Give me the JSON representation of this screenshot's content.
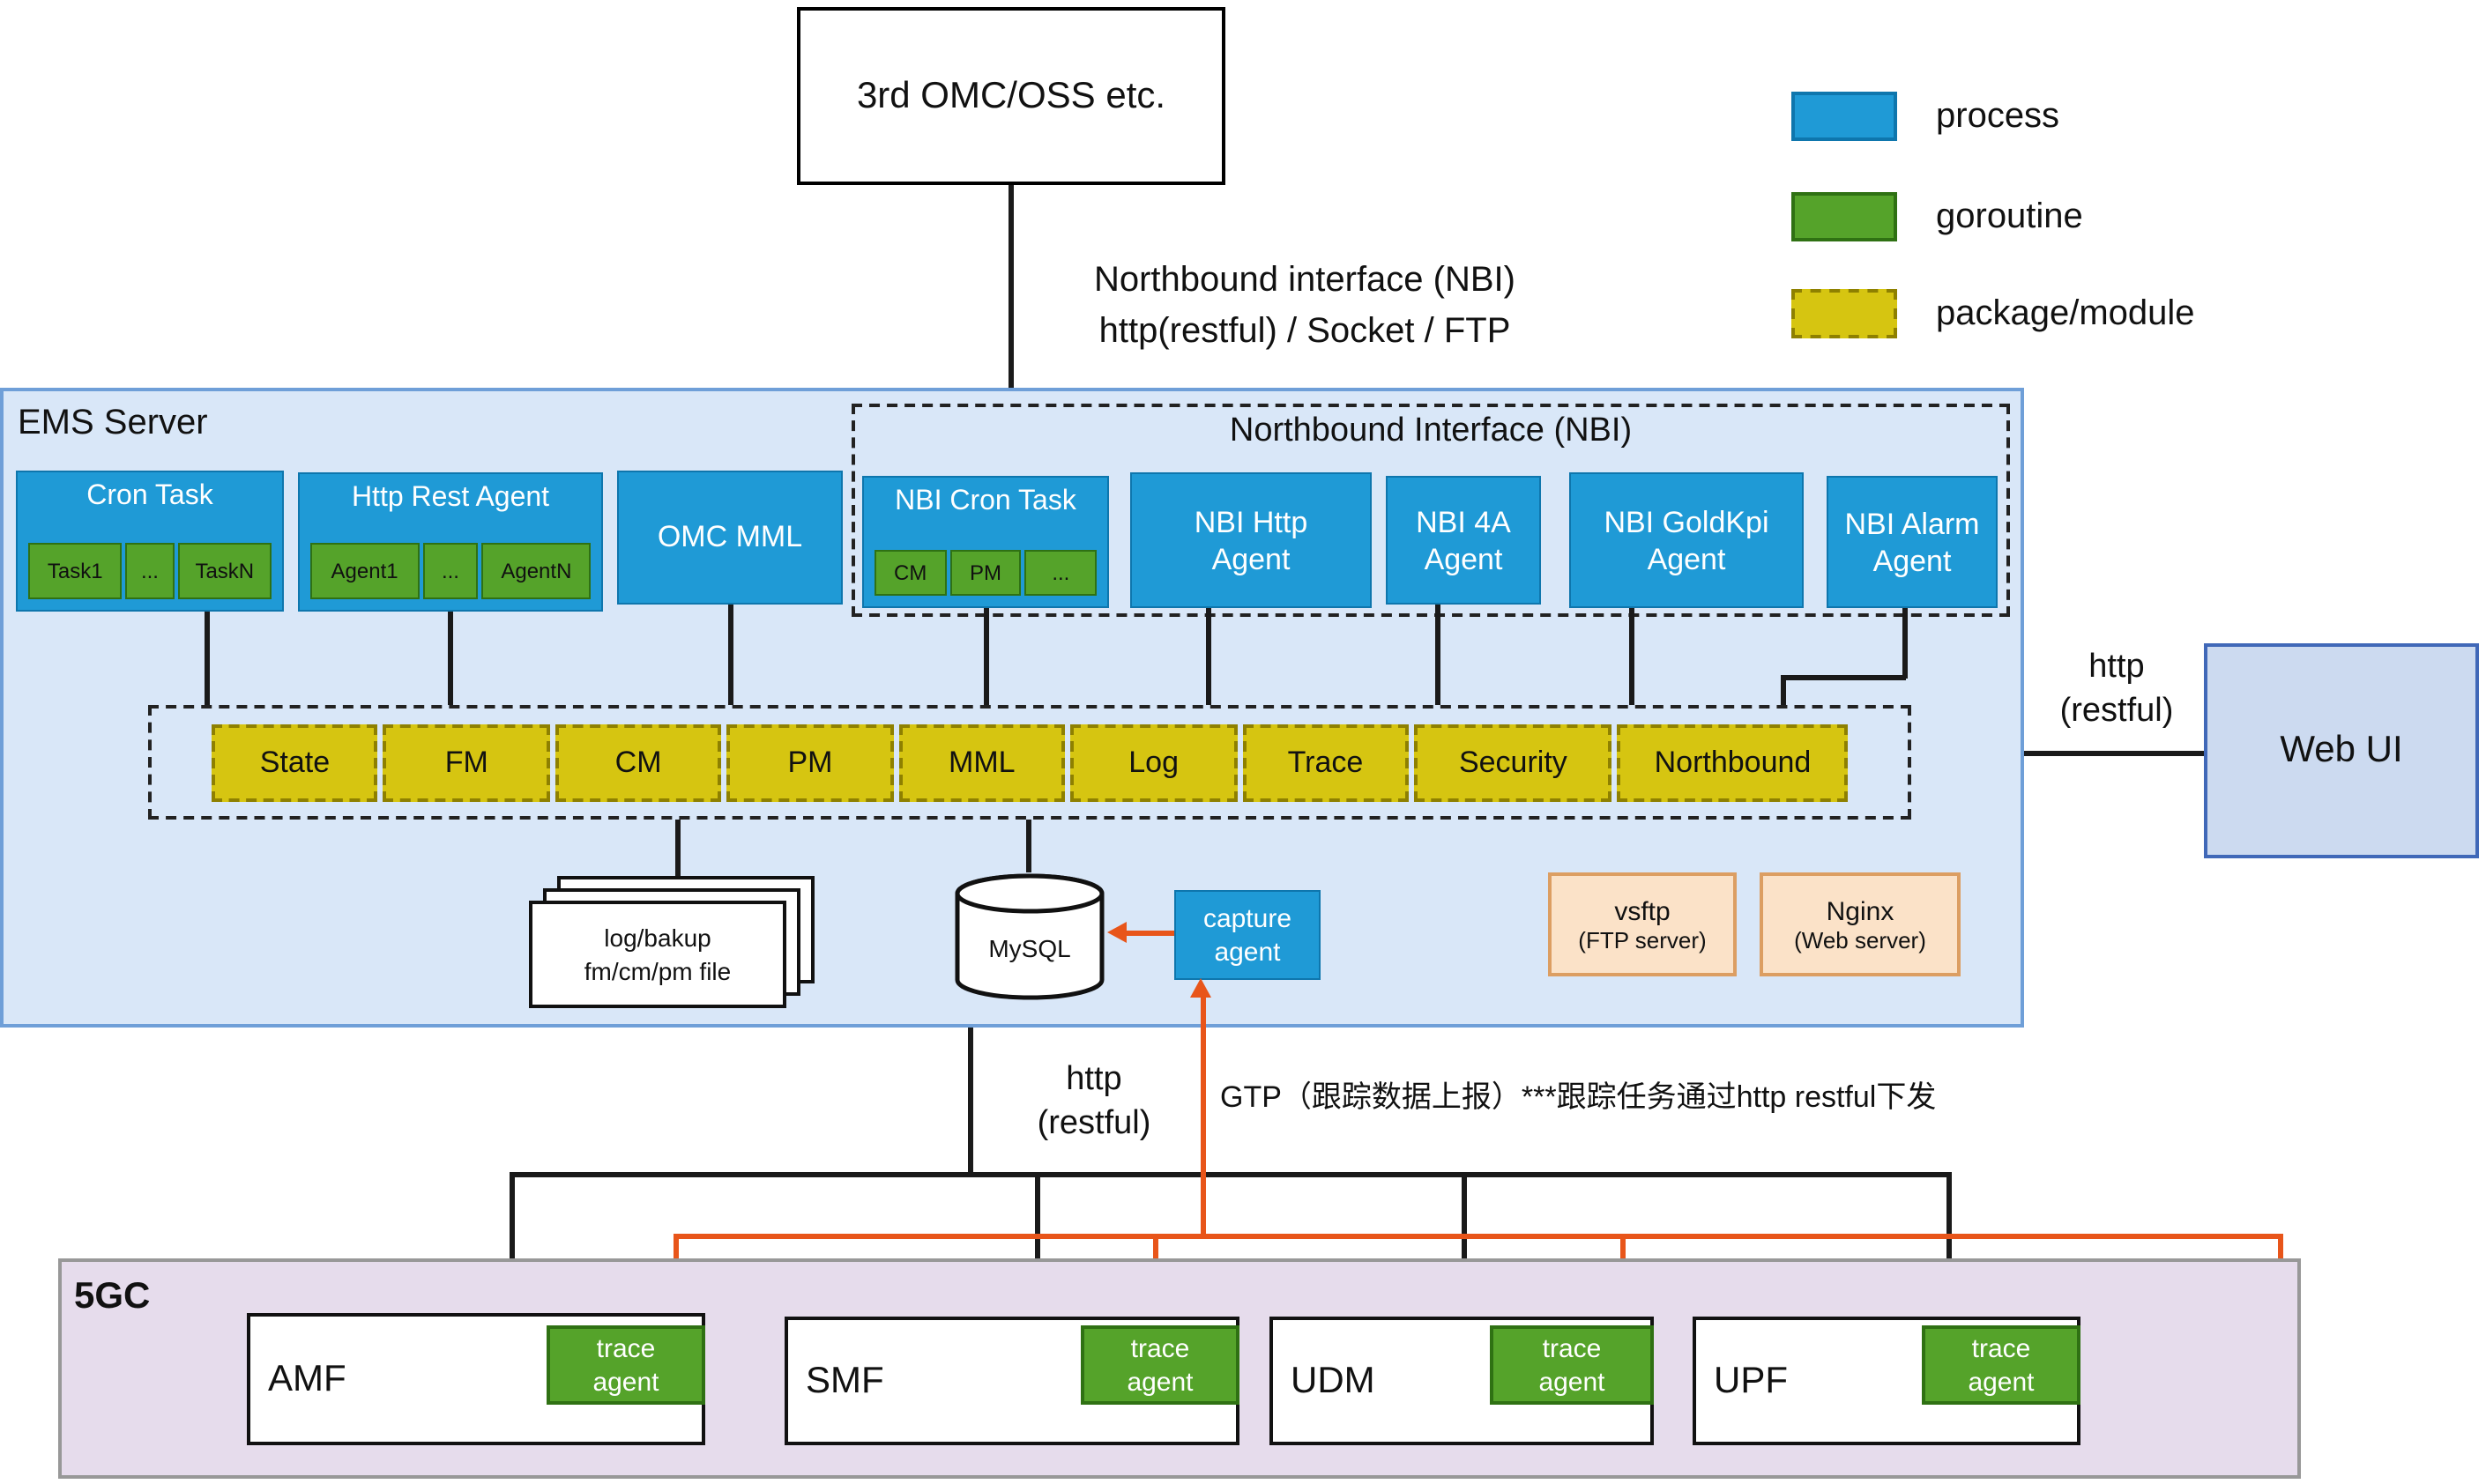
{
  "colors": {
    "process": "#1f9ad6",
    "goroutine": "#55a32a",
    "package": "#d6c511",
    "orange": "#e8551a",
    "ems_bg": "#d9e7f8",
    "webui_bg": "#ccdaf0",
    "peach": "#fbe2c8",
    "core_bg": "#e6dcec"
  },
  "top_box": {
    "label": "3rd OMC/OSS etc."
  },
  "legend": {
    "items": [
      {
        "label": "process"
      },
      {
        "label": "goroutine"
      },
      {
        "label": "package/module"
      }
    ]
  },
  "nbi_link_label": {
    "line1": "Northbound interface (NBI)",
    "line2": "http(restful) / Socket / FTP"
  },
  "ems": {
    "title": "EMS Server",
    "cron_task": {
      "title": "Cron Task",
      "cells": [
        "Task1",
        "...",
        "TaskN"
      ]
    },
    "http_rest_agent": {
      "title": "Http Rest Agent",
      "cells": [
        "Agent1",
        "...",
        "AgentN"
      ]
    },
    "omc_mml": {
      "title": "OMC MML"
    },
    "nbi": {
      "title": "Northbound Interface (NBI)",
      "cron_task": {
        "title": "NBI Cron Task",
        "cells": [
          "CM",
          "PM",
          "..."
        ]
      },
      "http_agent": "NBI Http Agent",
      "agent_4a": "NBI 4A Agent",
      "goldkpi_agent": "NBI GoldKpi Agent",
      "alarm_agent": "NBI Alarm Agent"
    },
    "modules": [
      "State",
      "FM",
      "CM",
      "PM",
      "MML",
      "Log",
      "Trace",
      "Security",
      "Northbound"
    ],
    "file_stack": {
      "line1": "log/bakup",
      "line2": "fm/cm/pm file"
    },
    "mysql": {
      "label": "MySQL"
    },
    "capture_agent": {
      "label": "capture agent"
    },
    "vsftp": {
      "line1": "vsftp",
      "line2": "(FTP server)"
    },
    "nginx": {
      "line1": "Nginx",
      "line2": "(Web server)"
    }
  },
  "web_ui": {
    "label": "Web UI",
    "http": {
      "line1": "http",
      "line2": "(restful)"
    }
  },
  "south_link": {
    "http": {
      "line1": "http",
      "line2": "(restful)"
    },
    "gtp_label": "GTP（跟踪数据上报）***跟踪任务通过http restful下发"
  },
  "core": {
    "title": "5GC",
    "nfs": [
      {
        "name": "AMF",
        "agent": "trace agent"
      },
      {
        "name": "SMF",
        "agent": "trace agent"
      },
      {
        "name": "UDM",
        "agent": "trace agent"
      },
      {
        "name": "UPF",
        "agent": "trace agent"
      }
    ]
  }
}
